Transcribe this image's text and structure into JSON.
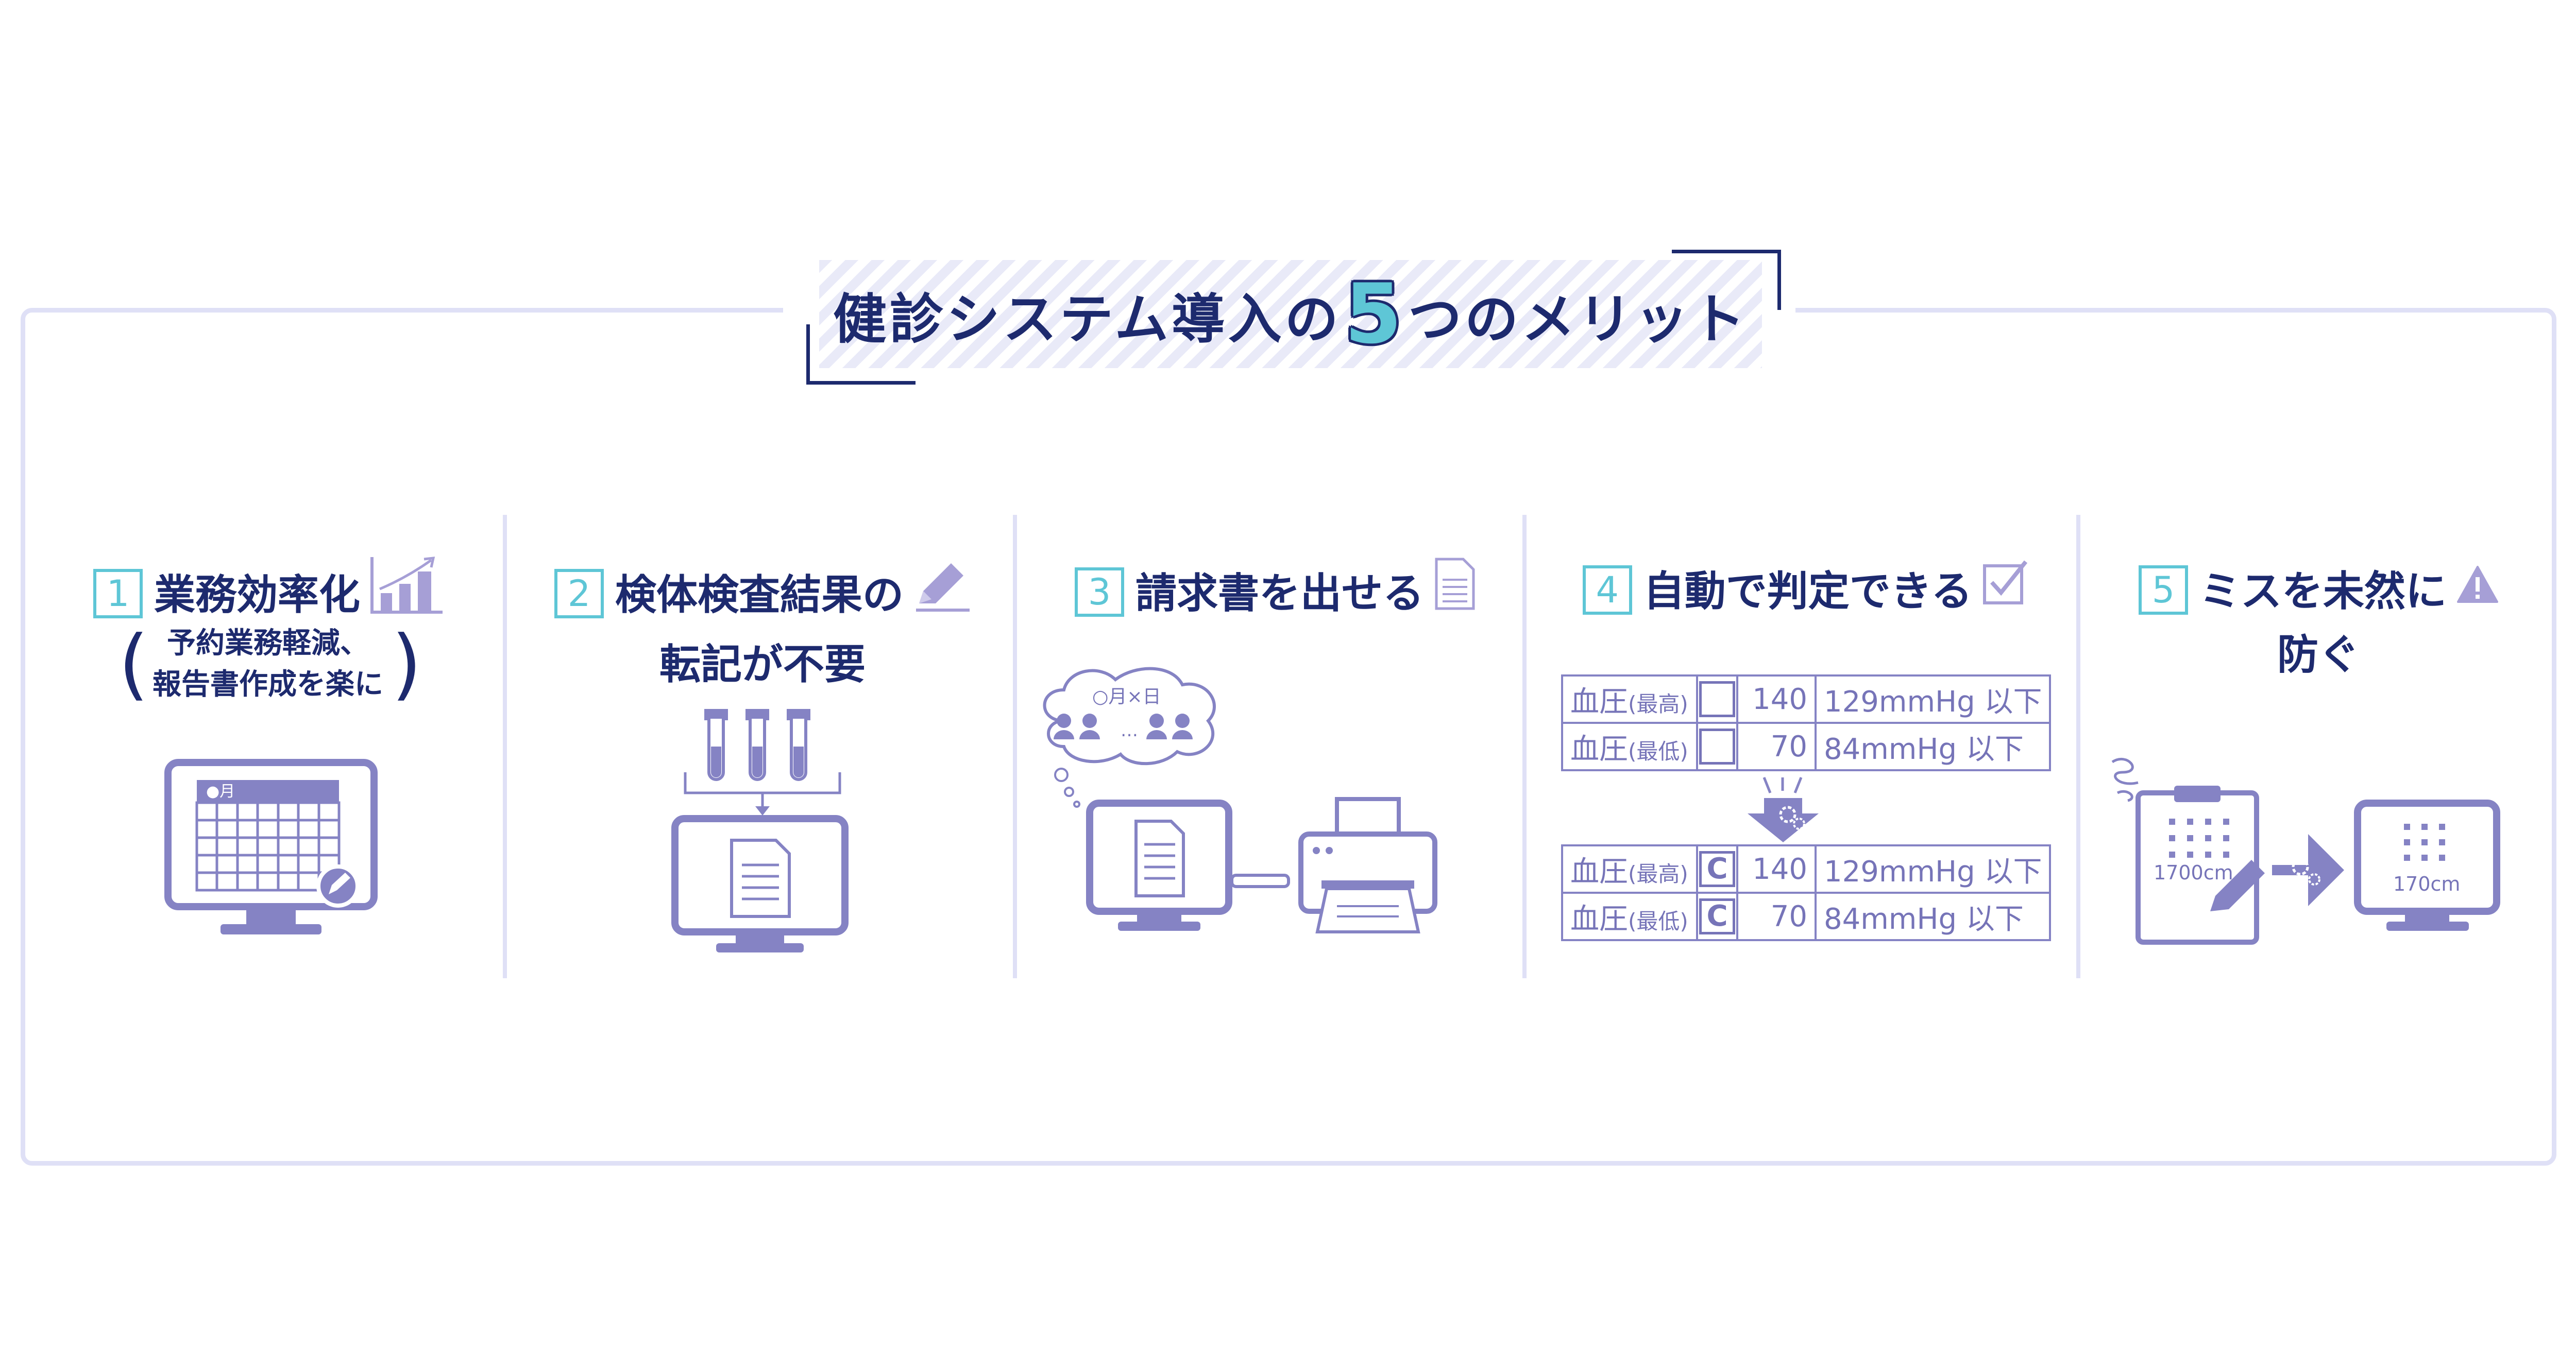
{
  "title": {
    "before": "健診システム導入の",
    "number": "5",
    "after": "つのメリット"
  },
  "colors": {
    "navy": "#1d2a6e",
    "teal": "#5ec6d6",
    "lavender": "#8583c4",
    "frame": "#dfe0f6"
  },
  "benefits": [
    {
      "number": "1",
      "line1": "業務効率化",
      "sub1": "予約業務軽減、",
      "sub2": "報告書作成を楽に",
      "icon": "rising-bar-chart-icon",
      "calendar_label": "●月"
    },
    {
      "number": "2",
      "line1": "検体検査結果の",
      "line2": "転記が不要",
      "icon": "pencil-icon"
    },
    {
      "number": "3",
      "line1": "請求書を出せる",
      "icon": "document-icon",
      "cloud_text": "○月×日"
    },
    {
      "number": "4",
      "line1": "自動で判定できる",
      "icon": "checkbox-icon",
      "table_before": [
        {
          "label": "血圧",
          "label_sub": "(最高)",
          "mark": "",
          "value": "140",
          "range": "129mmHg 以下"
        },
        {
          "label": "血圧",
          "label_sub": "(最低)",
          "mark": "",
          "value": "70",
          "range": "84mmHg 以下"
        }
      ],
      "table_after": [
        {
          "label": "血圧",
          "label_sub": "(最高)",
          "mark": "C",
          "value": "140",
          "range": "129mmHg 以下"
        },
        {
          "label": "血圧",
          "label_sub": "(最低)",
          "mark": "C",
          "value": "70",
          "range": "84mmHg 以下"
        }
      ]
    },
    {
      "number": "5",
      "line1": "ミスを未然に",
      "line2": "防ぐ",
      "icon": "warning-icon",
      "wrong_value": "1700cm",
      "right_value": "170cm"
    }
  ]
}
